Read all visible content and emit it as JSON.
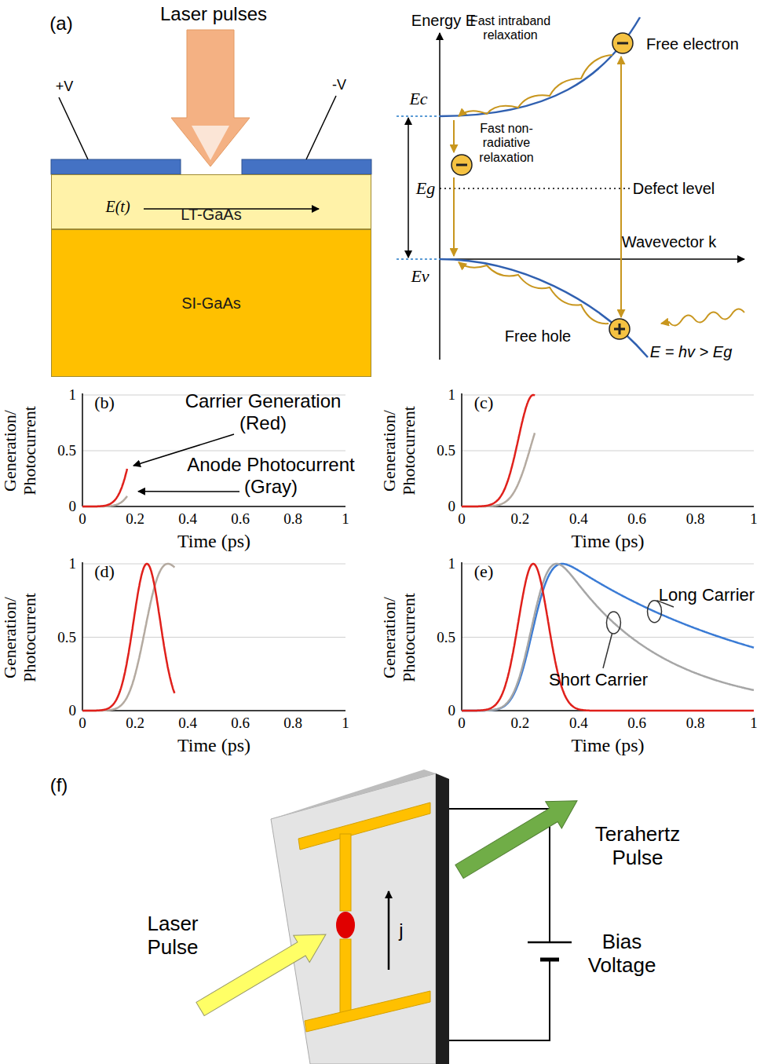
{
  "diagram": {
    "nodes": [
      {
        "text": [
          "LT-GaAs"
        ]
      },
      {
        "text": [
          "SI-GaAs"
        ]
      }
    ],
    "labels": [
      "(a)",
      "Laser pulses",
      "+V",
      "-V",
      "E(t)",
      "Energy E",
      "Fast intraband relaxation",
      "Free electron",
      "Ec",
      "Fast non-radiative relaxation",
      "Eg",
      "Defect level",
      "Wavevector k",
      "Ev",
      "Free hole",
      "E = hv > Eg",
      "(b)",
      "1",
      "0.5",
      "0",
      "0",
      "0.2",
      "0.4",
      "0.6",
      "0.8",
      "1",
      "Time (ps)",
      "Generation/ Photocurrent",
      "Carrier Generation (Red)",
      "Anode Photocurrent (Gray)",
      "(c)",
      "1",
      "0.5",
      "0",
      "0",
      "0.2",
      "0.4",
      "0.6",
      "0.8",
      "1",
      "Time (ps)",
      "Generation/ Photocurrent",
      "(d)",
      "1",
      "0.5",
      "0",
      "0",
      "0.2",
      "0.4",
      "0.6",
      "0.8",
      "1",
      "Time (ps)",
      "Generation/ Photocurrent",
      "(e)",
      "1",
      "0.5",
      "0",
      "0",
      "0.2",
      "0.4",
      "0.6",
      "0.8",
      "1",
      "Time (ps)",
      "Generation/ Photocurrent",
      "Long Carrier",
      "Short Carrier",
      "(f)",
      "Terahertz Pulse",
      "Laser Pulse",
      "j",
      "Bias Voltage"
    ]
  }
}
